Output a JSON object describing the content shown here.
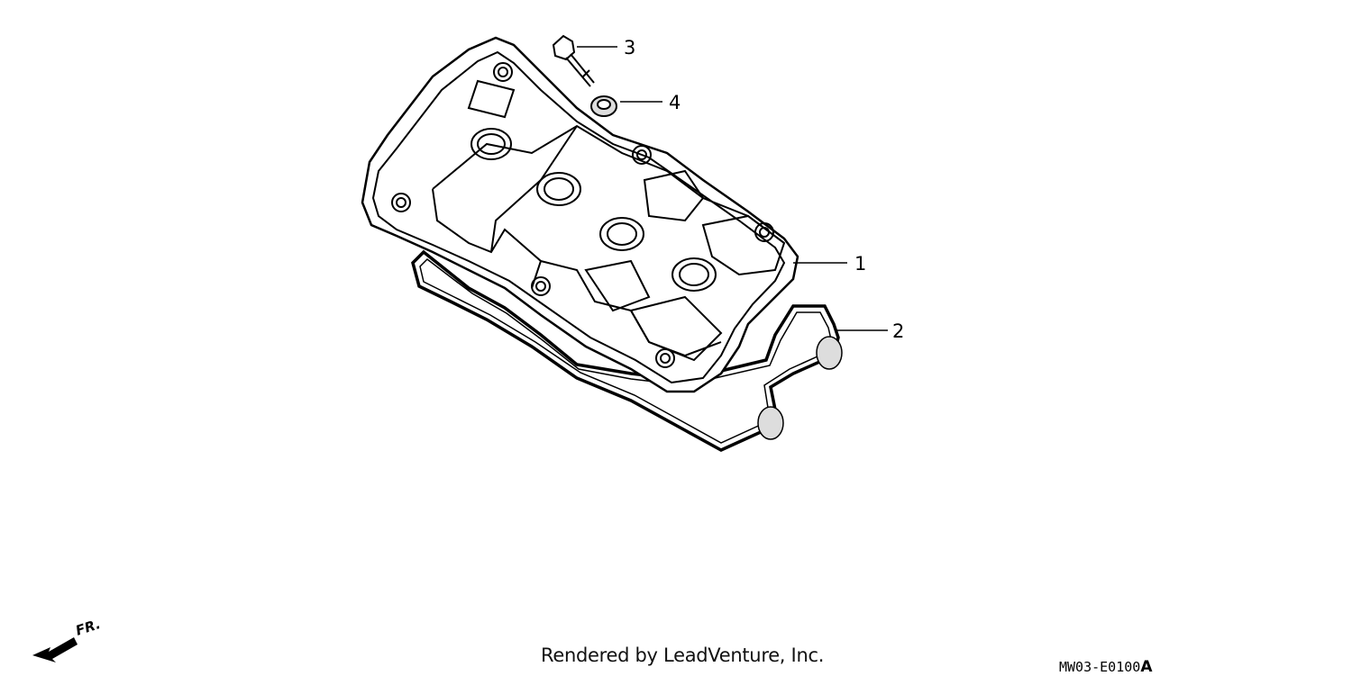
{
  "diagram": {
    "callouts": [
      {
        "id": "1",
        "label": "1"
      },
      {
        "id": "2",
        "label": "2"
      },
      {
        "id": "3",
        "label": "3"
      },
      {
        "id": "4",
        "label": "4"
      }
    ],
    "direction_label": "FR.",
    "footer_text": "Rendered by LeadVenture, Inc.",
    "diagram_code": "MW03-E0100",
    "diagram_code_suffix": "A"
  }
}
